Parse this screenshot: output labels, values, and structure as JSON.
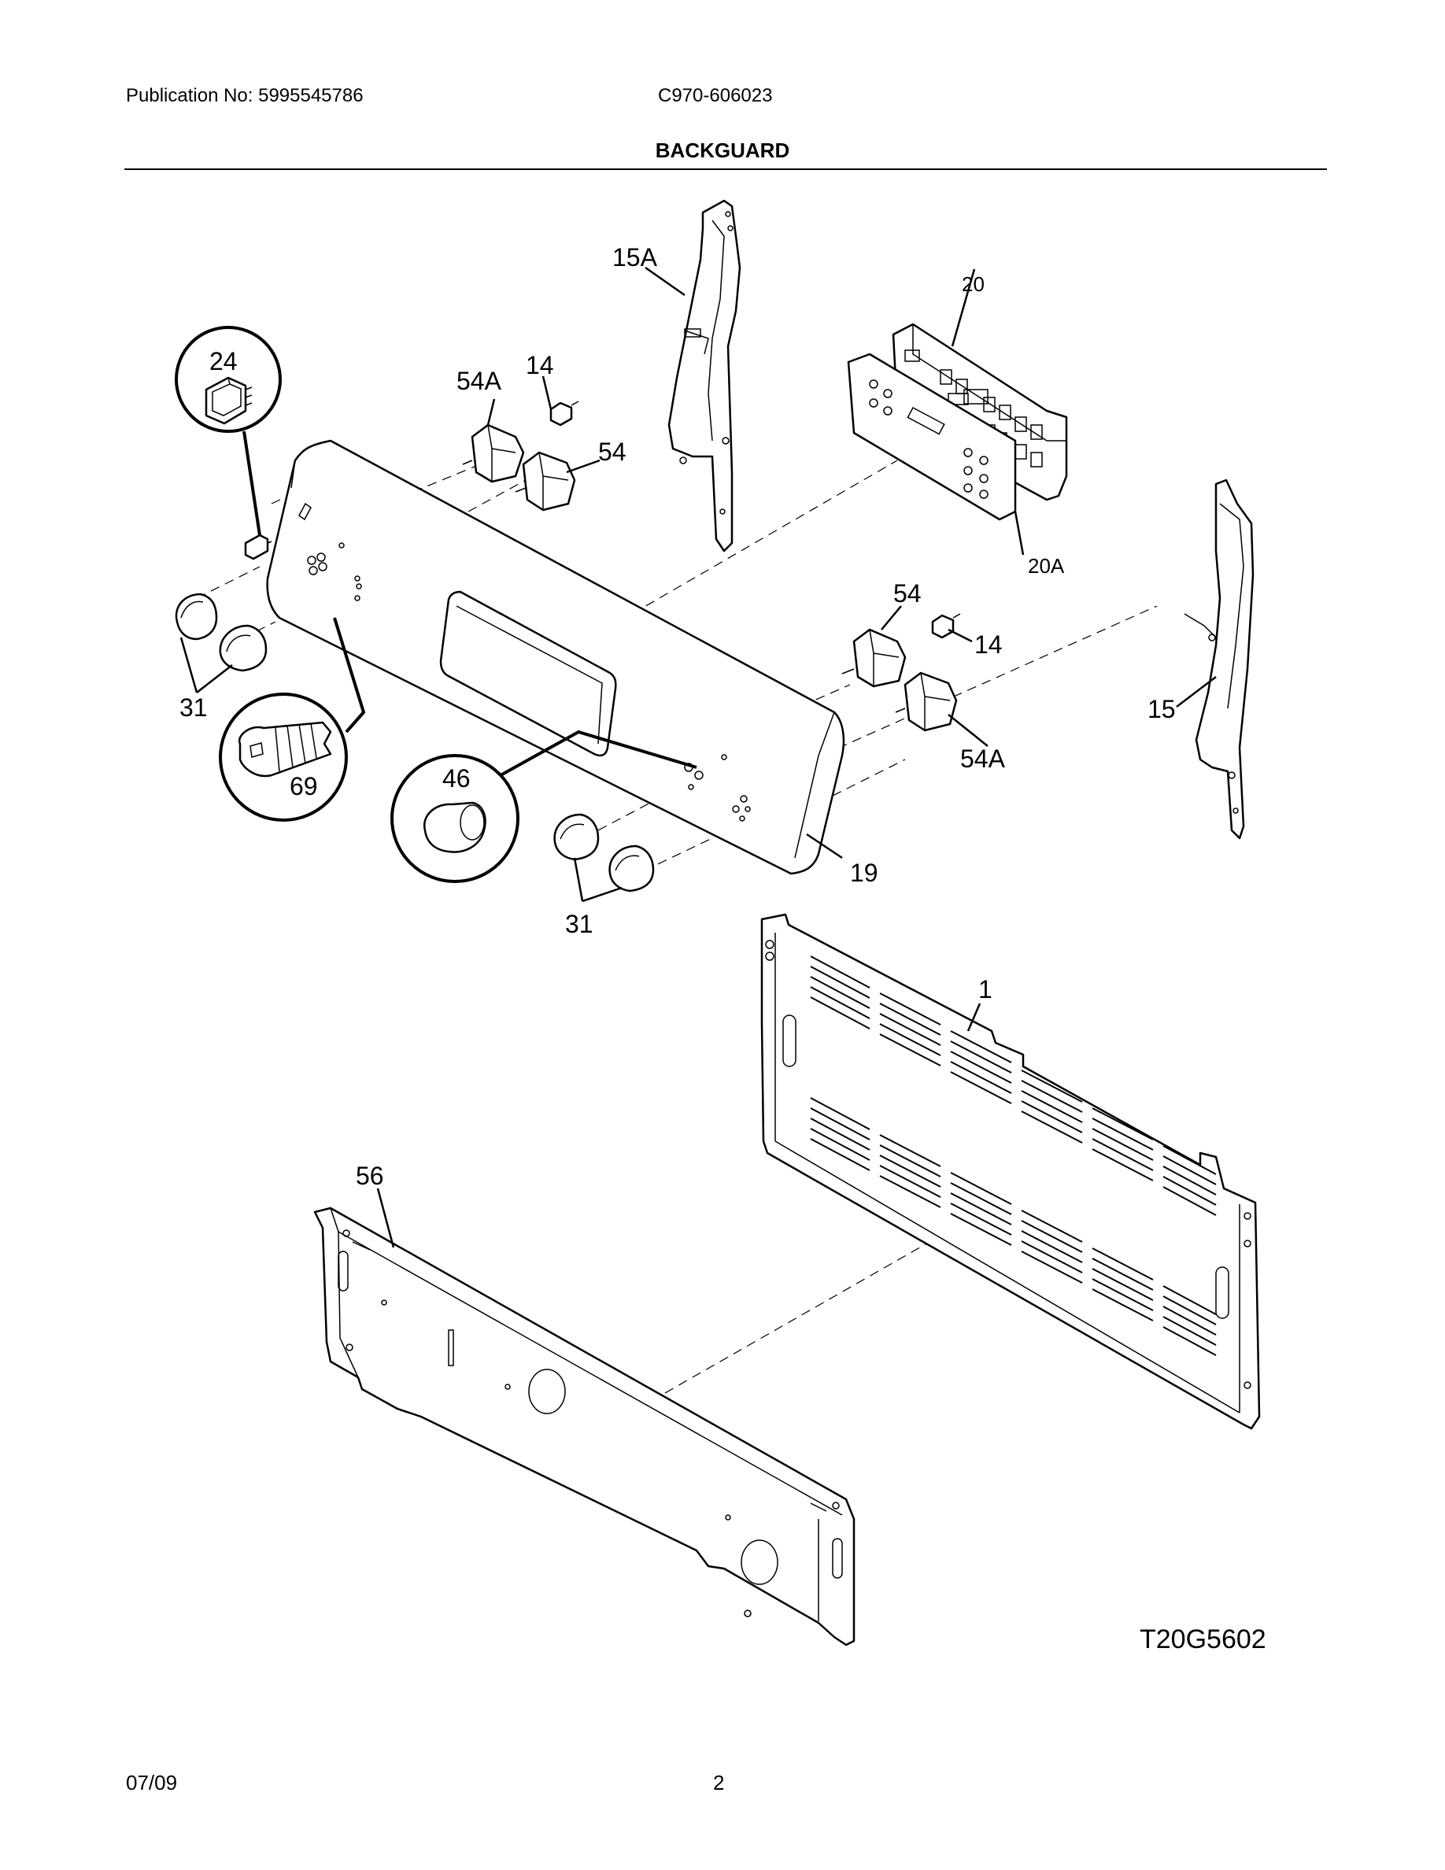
{
  "header": {
    "publication": "Publication No: 5995545786",
    "model": "C970-606023"
  },
  "title": "BACKGUARD",
  "figure_code": "T20G5602",
  "footer": {
    "date": "07/09",
    "page": "2"
  },
  "callouts": {
    "c1": "1",
    "c14a": "14",
    "c14b": "14",
    "c15": "15",
    "c15A": "15A",
    "c19": "19",
    "c20": "20",
    "c20A": "20A",
    "c24": "24",
    "c31a": "31",
    "c31b": "31",
    "c46": "46",
    "c54a": "54",
    "c54b": "54",
    "c54Aa": "54A",
    "c54Ab": "54A",
    "c56": "56",
    "c69": "69"
  }
}
